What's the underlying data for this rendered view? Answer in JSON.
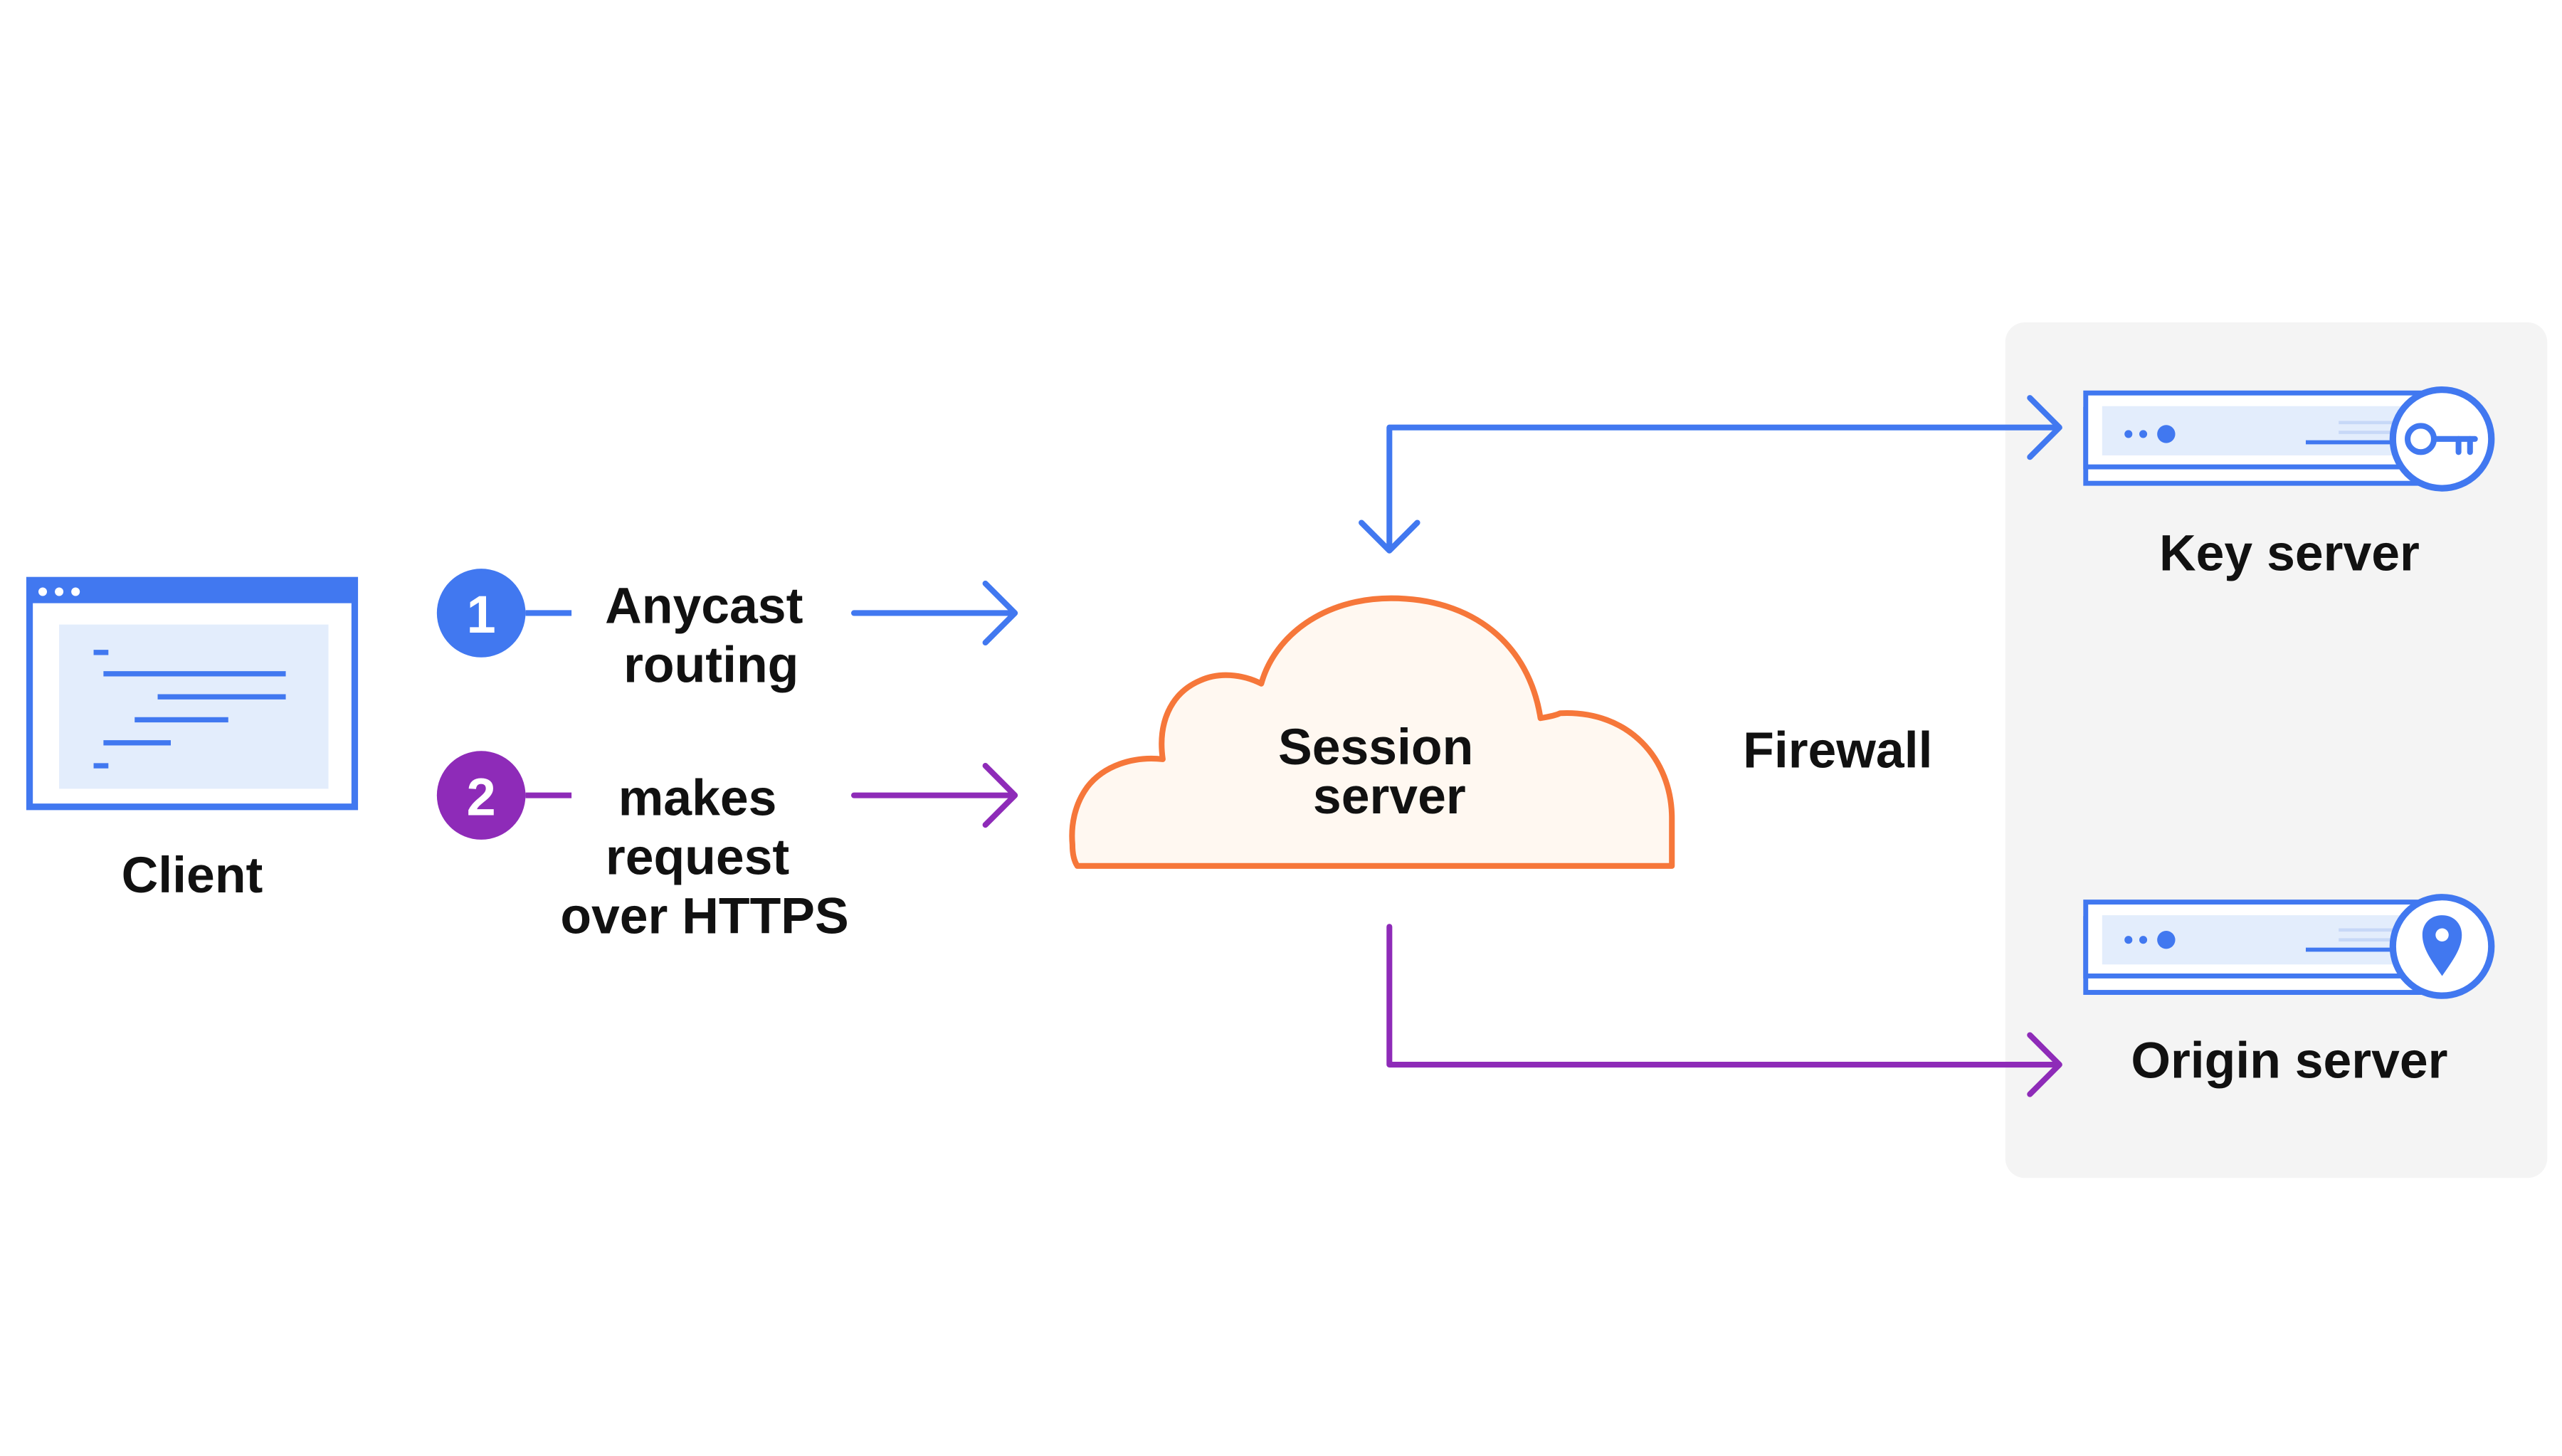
{
  "colors": {
    "blue": "#4178F0",
    "purple": "#8E2BB8",
    "orange": "#F6773A",
    "cloud_fill": "#FFF8F1",
    "panel_fill": "#F4F4F4",
    "screen_fill": "#E3EDFC",
    "text": "#111111"
  },
  "client": {
    "label": "Client",
    "icon": "browser-window-icon"
  },
  "steps": [
    {
      "number": "1",
      "lines": [
        "Anycast",
        "routing"
      ],
      "color": "blue"
    },
    {
      "number": "2",
      "lines": [
        "makes",
        "request",
        "over HTTPS"
      ],
      "color": "purple"
    }
  ],
  "session_server": {
    "lines": [
      "Session",
      "server"
    ],
    "icon": "cloud-icon"
  },
  "firewall": {
    "label": "Firewall"
  },
  "key_server": {
    "label": "Key server",
    "icon": "key-icon"
  },
  "origin_server": {
    "label": "Origin server",
    "icon": "location-pin-icon"
  }
}
